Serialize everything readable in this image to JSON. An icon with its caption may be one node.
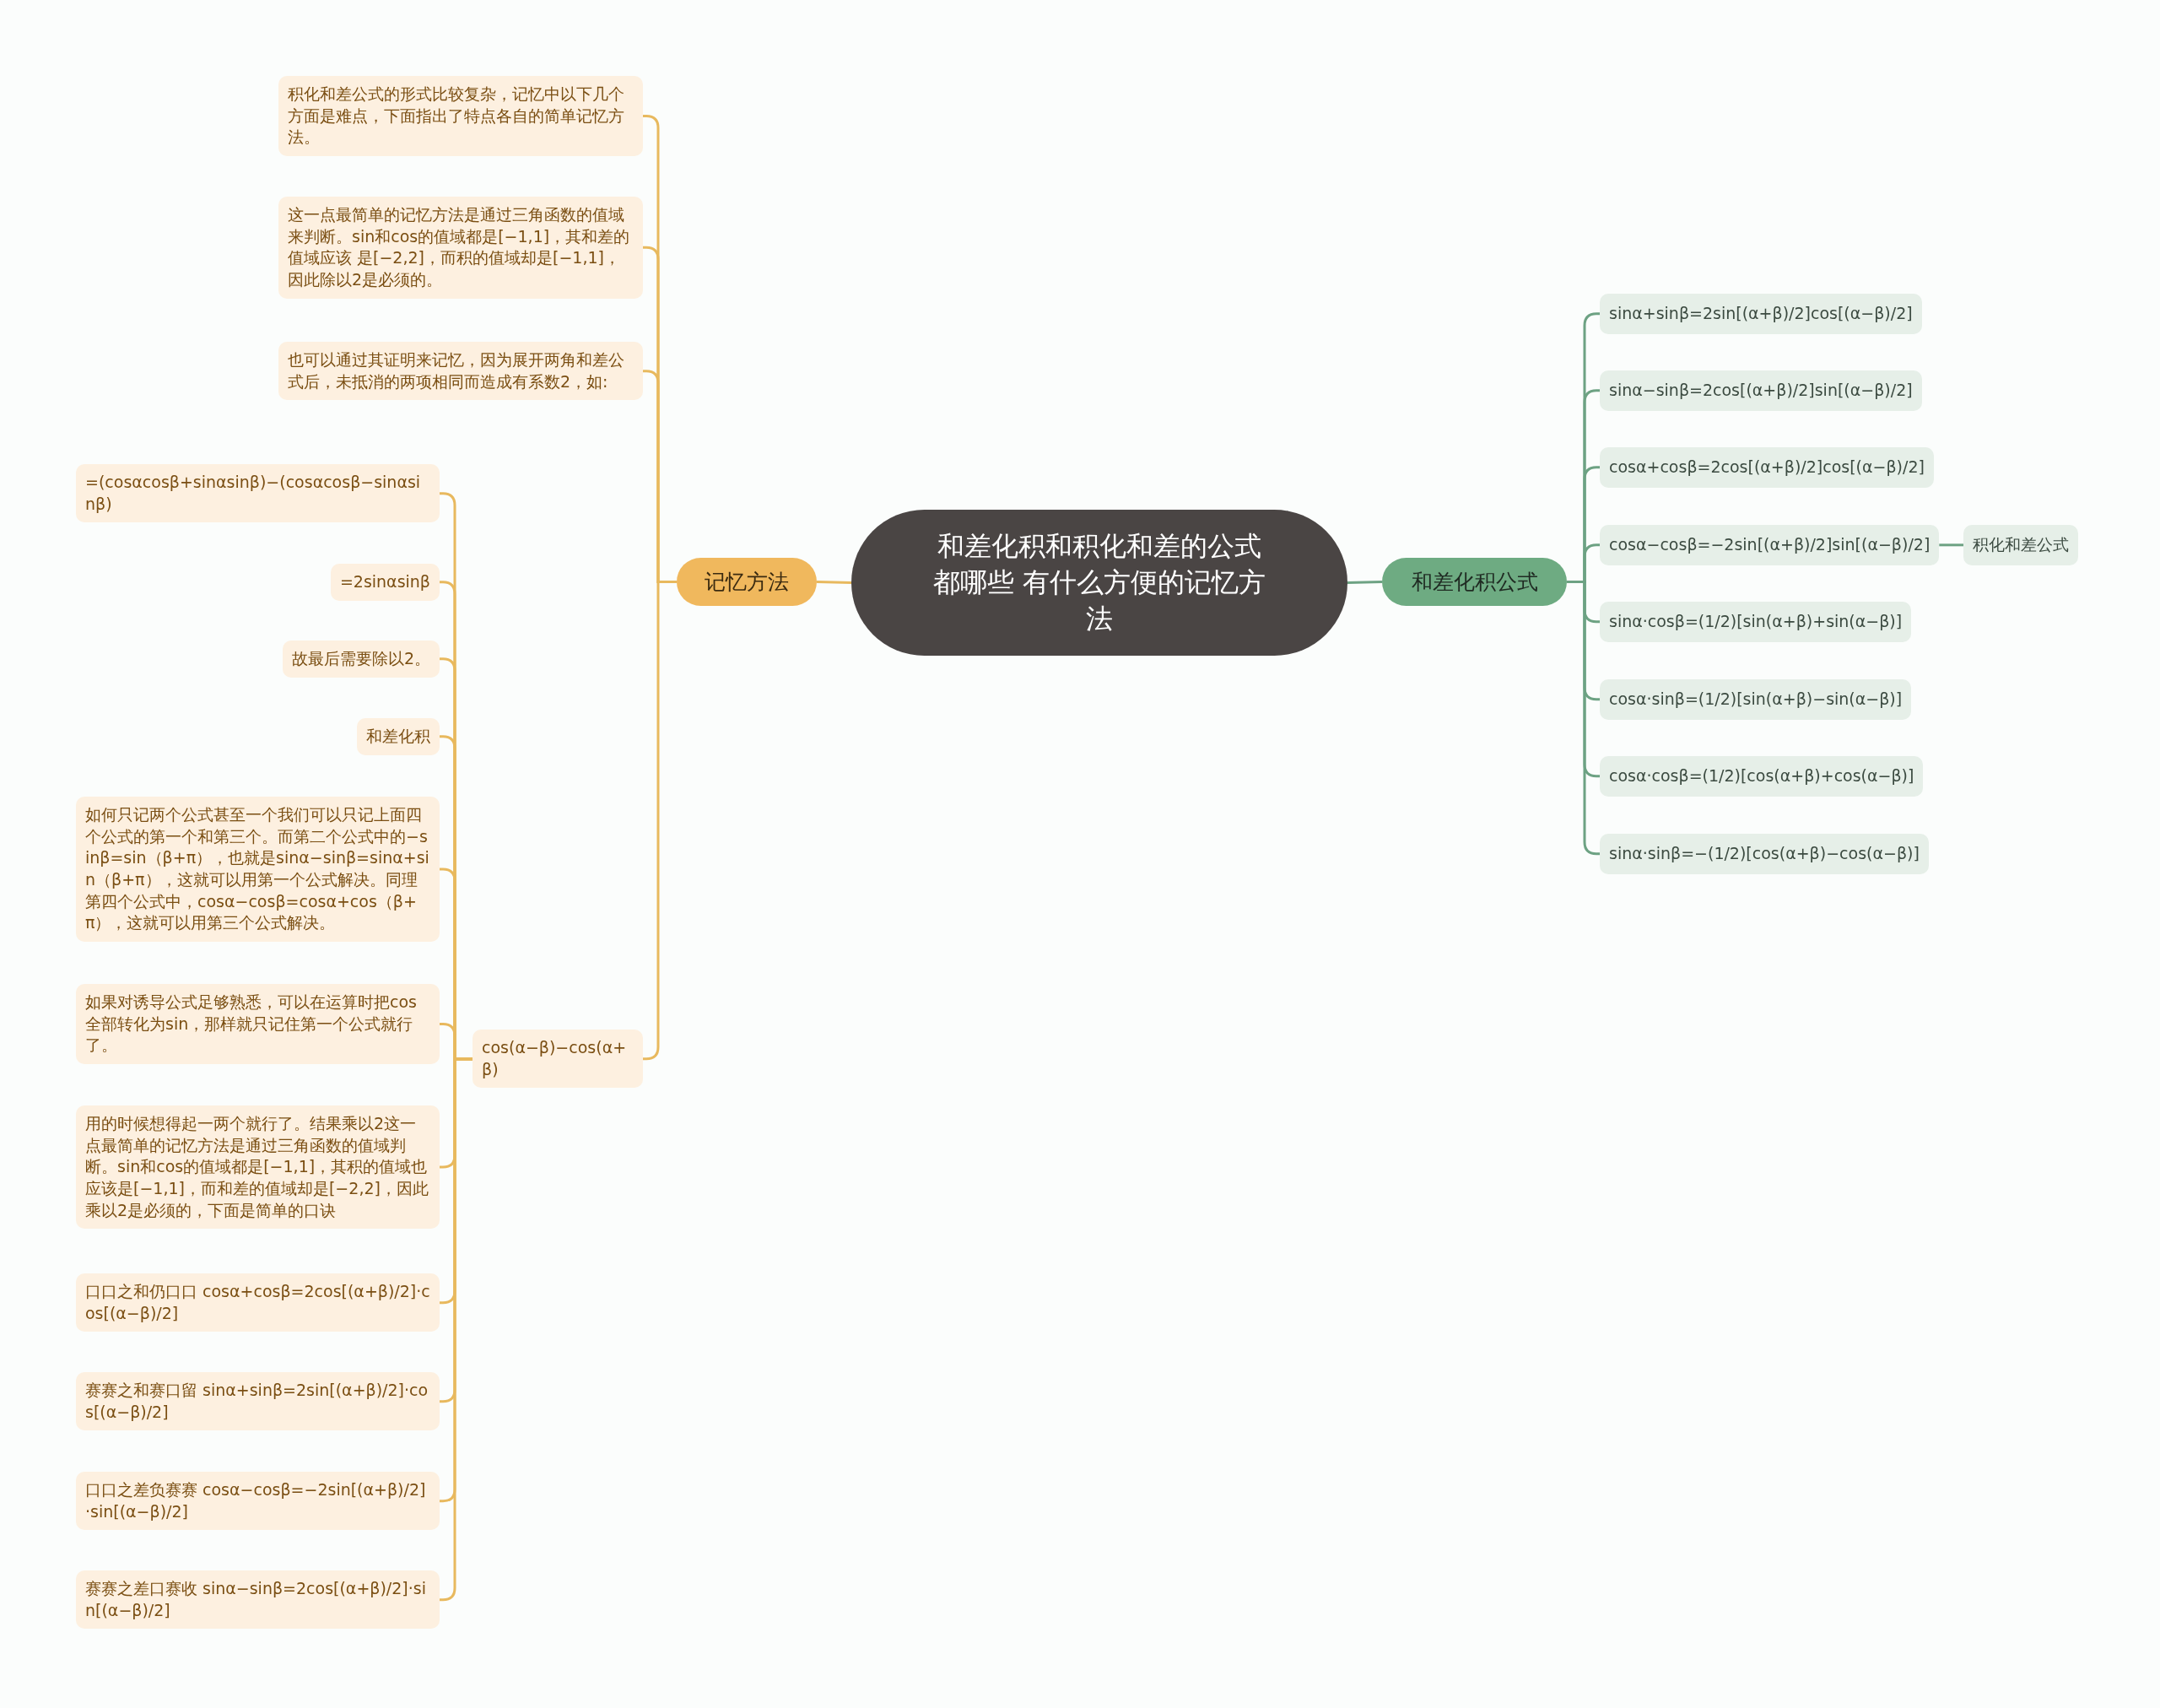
{
  "diagram": {
    "nodes": [
      {
        "text": [
          "和差化积和积化和差的公式都哪些 有什么方便的记忆方法"
        ]
      },
      {
        "text": [
          "记忆方法"
        ]
      },
      {
        "text": [
          "积化和差公式的形式比较复杂，记忆中以下几个方面是难点，下面指出了特点各自的简单记忆方法。"
        ]
      },
      {
        "text": [
          "这一点最简单的记忆方法是通过三角函数的值域来判断。sin和cos的值域都是[−1,1]，其和差的值域应该 是[−2,2]，而积的值域却是[−1,1]，因此除以2是必须的。"
        ]
      },
      {
        "text": [
          "也可以通过其证明来记忆，因为展开两角和差公式后，未抵消的两项相同而造成有系数2，如:"
        ]
      },
      {
        "text": [
          "cos(α−β)−cos(α+β)"
        ]
      },
      {
        "text": [
          "=(cosαcosβ+sinαsinβ)−(cosαcosβ−sinαsinβ)"
        ]
      },
      {
        "text": [
          "=2sinαsinβ"
        ]
      },
      {
        "text": [
          "故最后需要除以2。"
        ]
      },
      {
        "text": [
          "和差化积"
        ]
      },
      {
        "text": [
          "如何只记两个公式甚至一个我们可以只记上面四个公式的第一个和第三个。而第二个公式中的−sinβ=sin（β+π），也就是sinα−sinβ=sinα+sin（β+π），这就可以用第一个公式解决。同理第四个公式中，cosα−cosβ=cosα+cos（β+π），这就可以用第三个公式解决。"
        ]
      },
      {
        "text": [
          "如果对诱导公式足够熟悉，可以在运算时把cos全部转化为sin，那样就只记住第一个公式就行了。"
        ]
      },
      {
        "text": [
          "用的时候想得起一两个就行了。结果乘以2这一点最简单的记忆方法是通过三角函数的值域判断。sin和cos的值域都是[−1,1]，其积的值域也应该是[−1,1]，而和差的值域却是[−2,2]，因此乘以2是必须的，下面是简单的口诀"
        ]
      },
      {
        "text": [
          "口口之和仍口口 cosα+cosβ=2cos[(α+β)/2]·cos[(α−β)/2]"
        ]
      },
      {
        "text": [
          "赛赛之和赛口留 sinα+sinβ=2sin[(α+β)/2]·cos[(α−β)/2]"
        ]
      },
      {
        "text": [
          "口口之差负赛赛 cosα−cosβ=−2sin[(α+β)/2]·sin[(α−β)/2]"
        ]
      },
      {
        "text": [
          "赛赛之差口赛收 sinα−sinβ=2cos[(α+β)/2]·sin[(α−β)/2]"
        ]
      },
      {
        "text": [
          "和差化积公式"
        ]
      },
      {
        "text": [
          "sinα+sinβ=2sin[(α+β)/2]cos[(α−β)/2]"
        ]
      },
      {
        "text": [
          "sinα−sinβ=2cos[(α+β)/2]sin[(α−β)/2]"
        ]
      },
      {
        "text": [
          "cosα+cosβ=2cos[(α+β)/2]cos[(α−β)/2]"
        ]
      },
      {
        "text": [
          "cosα−cosβ=−2sin[(α+β)/2]sin[(α−β)/2]"
        ]
      },
      {
        "text": [
          "sinα·cosβ=(1/2)[sin(α+β)+sin(α−β)]"
        ]
      },
      {
        "text": [
          "cosα·sinβ=(1/2)[sin(α+β)−sin(α−β)]"
        ]
      },
      {
        "text": [
          "cosα·cosβ=(1/2)[cos(α+β)+cos(α−β)]"
        ]
      },
      {
        "text": [
          "sinα·sinβ=−(1/2)[cos(α+β)−cos(α−β)]"
        ]
      },
      {
        "text": [
          "积化和差公式"
        ]
      }
    ],
    "edges": [
      {
        "from": 0,
        "to": 1,
        "arrow": "none"
      },
      {
        "from": 1,
        "to": 2,
        "arrow": "none"
      },
      {
        "from": 1,
        "to": 3,
        "arrow": "none"
      },
      {
        "from": 1,
        "to": 4,
        "arrow": "none"
      },
      {
        "from": 1,
        "to": 5,
        "arrow": "none"
      },
      {
        "from": 5,
        "to": 6,
        "arrow": "none"
      },
      {
        "from": 5,
        "to": 7,
        "arrow": "none"
      },
      {
        "from": 5,
        "to": 8,
        "arrow": "none"
      },
      {
        "from": 5,
        "to": 9,
        "arrow": "none"
      },
      {
        "from": 5,
        "to": 10,
        "arrow": "none"
      },
      {
        "from": 5,
        "to": 11,
        "arrow": "none"
      },
      {
        "from": 5,
        "to": 12,
        "arrow": "none"
      },
      {
        "from": 5,
        "to": 13,
        "arrow": "none"
      },
      {
        "from": 5,
        "to": 14,
        "arrow": "none"
      },
      {
        "from": 5,
        "to": 15,
        "arrow": "none"
      },
      {
        "from": 5,
        "to": 16,
        "arrow": "none"
      },
      {
        "from": 0,
        "to": 17,
        "arrow": "none",
        "color": "#6da283"
      },
      {
        "from": 17,
        "to": 18,
        "arrow": "none",
        "color": "#6da283"
      },
      {
        "from": 17,
        "to": 19,
        "arrow": "none",
        "color": "#6da283"
      },
      {
        "from": 17,
        "to": 20,
        "arrow": "none",
        "color": "#6da283"
      },
      {
        "from": 17,
        "to": 21,
        "arrow": "none",
        "color": "#6da283"
      },
      {
        "from": 17,
        "to": 22,
        "arrow": "none",
        "color": "#6da283"
      },
      {
        "from": 17,
        "to": 23,
        "arrow": "none",
        "color": "#6da283"
      },
      {
        "from": 17,
        "to": 24,
        "arrow": "none",
        "color": "#6da283"
      },
      {
        "from": 17,
        "to": 25,
        "arrow": "none",
        "color": "#6da283"
      },
      {
        "from": 21,
        "to": 26,
        "arrow": "none",
        "color": "#6da283"
      }
    ]
  }
}
